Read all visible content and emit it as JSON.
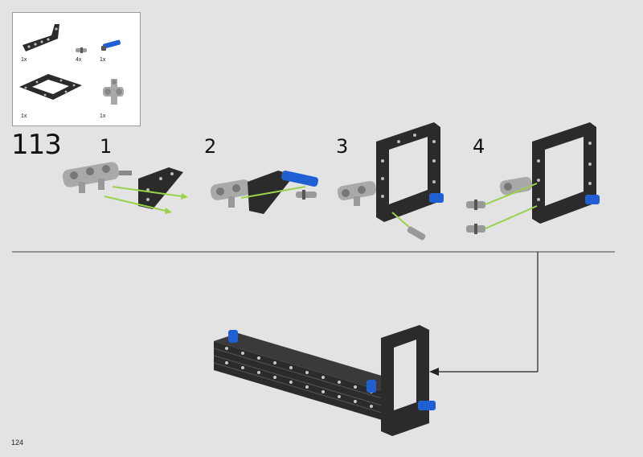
{
  "page_number": "124",
  "step": {
    "number": "113",
    "substeps": [
      "1",
      "2",
      "3",
      "4"
    ]
  },
  "parts": [
    {
      "id": "l-beam",
      "qty": "1x"
    },
    {
      "id": "pin-gray",
      "qty": "4x"
    },
    {
      "id": "pin-blue",
      "qty": "1x"
    },
    {
      "id": "frame-5x7",
      "qty": "1x"
    },
    {
      "id": "connector-cross",
      "qty": "1x"
    }
  ],
  "colors": {
    "background": "#e3e3e3",
    "beam": "#2b2b2b",
    "gray_part": "#a9a9a9",
    "blue_pin": "#1f5fd1",
    "arrow_green": "#9ad14a"
  }
}
